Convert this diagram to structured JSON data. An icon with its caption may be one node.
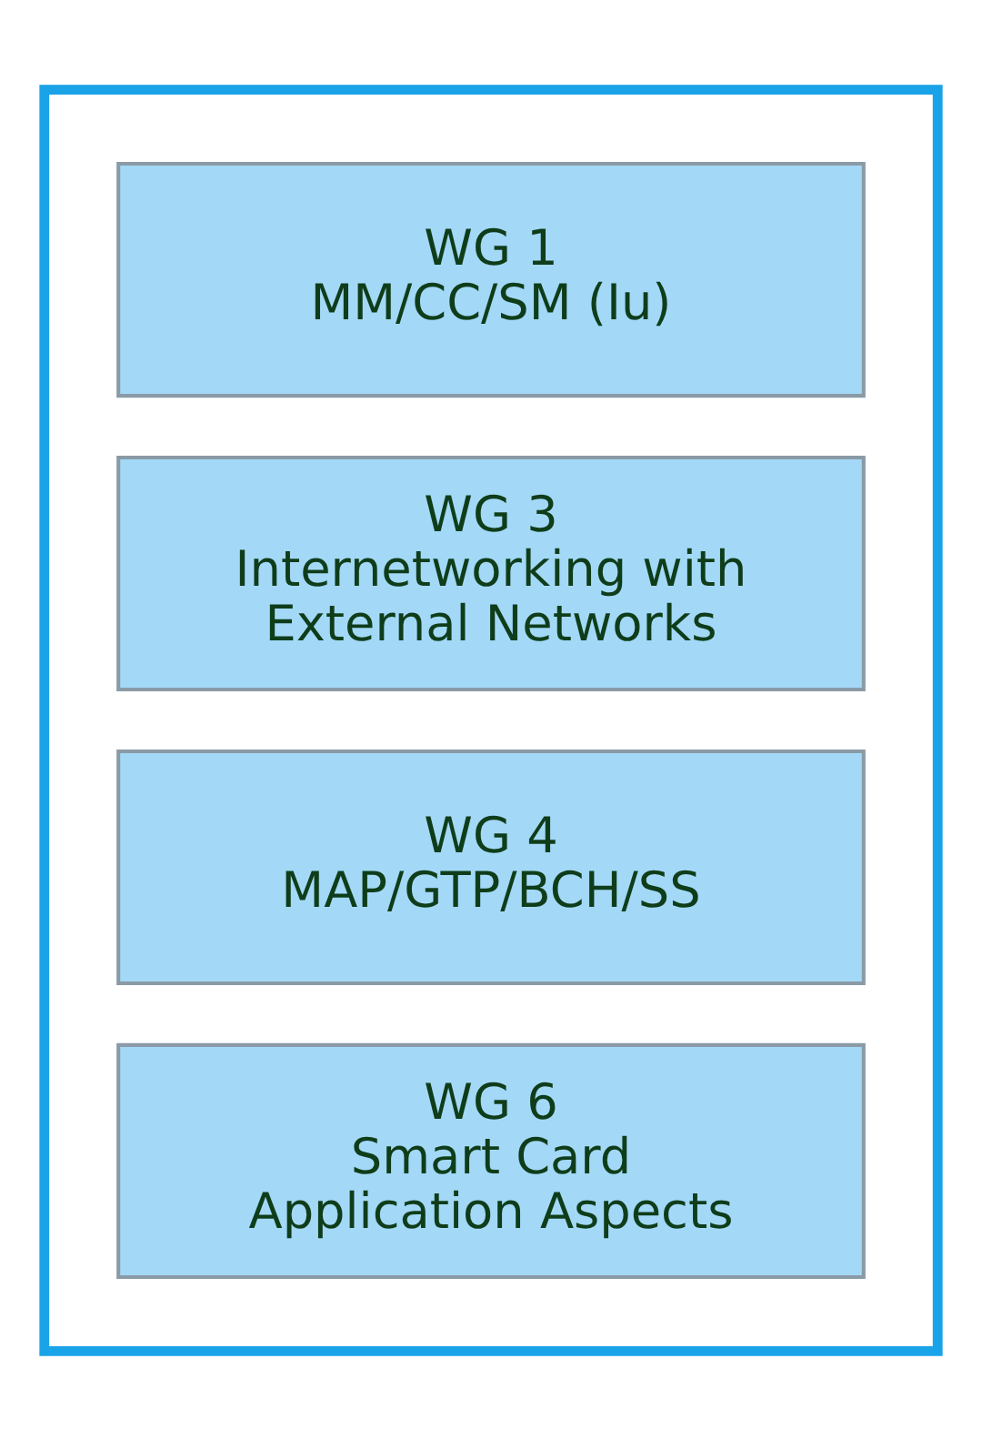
{
  "diagram": {
    "nodes": [
      {
        "text": [],
        "shape": "box"
      },
      {
        "text": [
          "WG 1",
          "MM/CC/SM (Iu)"
        ],
        "in": 0
      },
      {
        "text": [
          "WG 3",
          "Internetworking with External Networks"
        ],
        "in": 0
      },
      {
        "text": [
          "WG 4",
          "MAP/GTP/BCH/SS"
        ],
        "in": 0
      },
      {
        "text": [
          "WG 6",
          "Smart Card Application Aspects"
        ],
        "in": 0
      }
    ],
    "edges": []
  }
}
